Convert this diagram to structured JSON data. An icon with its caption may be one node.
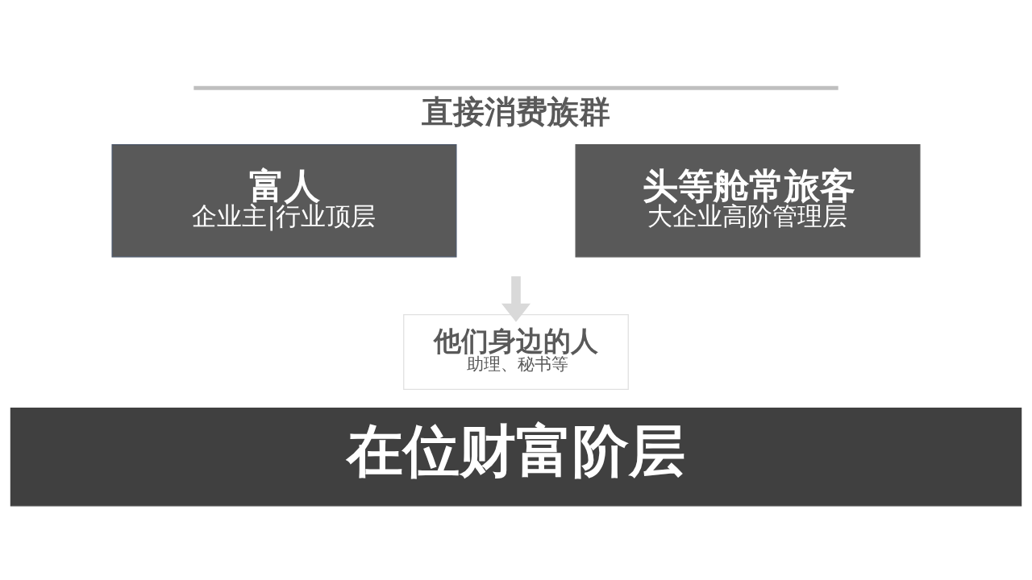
{
  "diagram": {
    "title": "直接消费族群",
    "nodes": [
      {
        "text": [
          "富人",
          "企业主|行业顶层"
        ]
      },
      {
        "text": [
          "头等舱常旅客",
          "大企业高阶管理层"
        ]
      },
      {
        "text": [
          "他们身边的人",
          "助理、秘书等"
        ]
      },
      {
        "text": [
          "在位财富阶层"
        ]
      }
    ],
    "edges": [
      {
        "from": null,
        "to": 2,
        "arrow": "to"
      }
    ]
  }
}
